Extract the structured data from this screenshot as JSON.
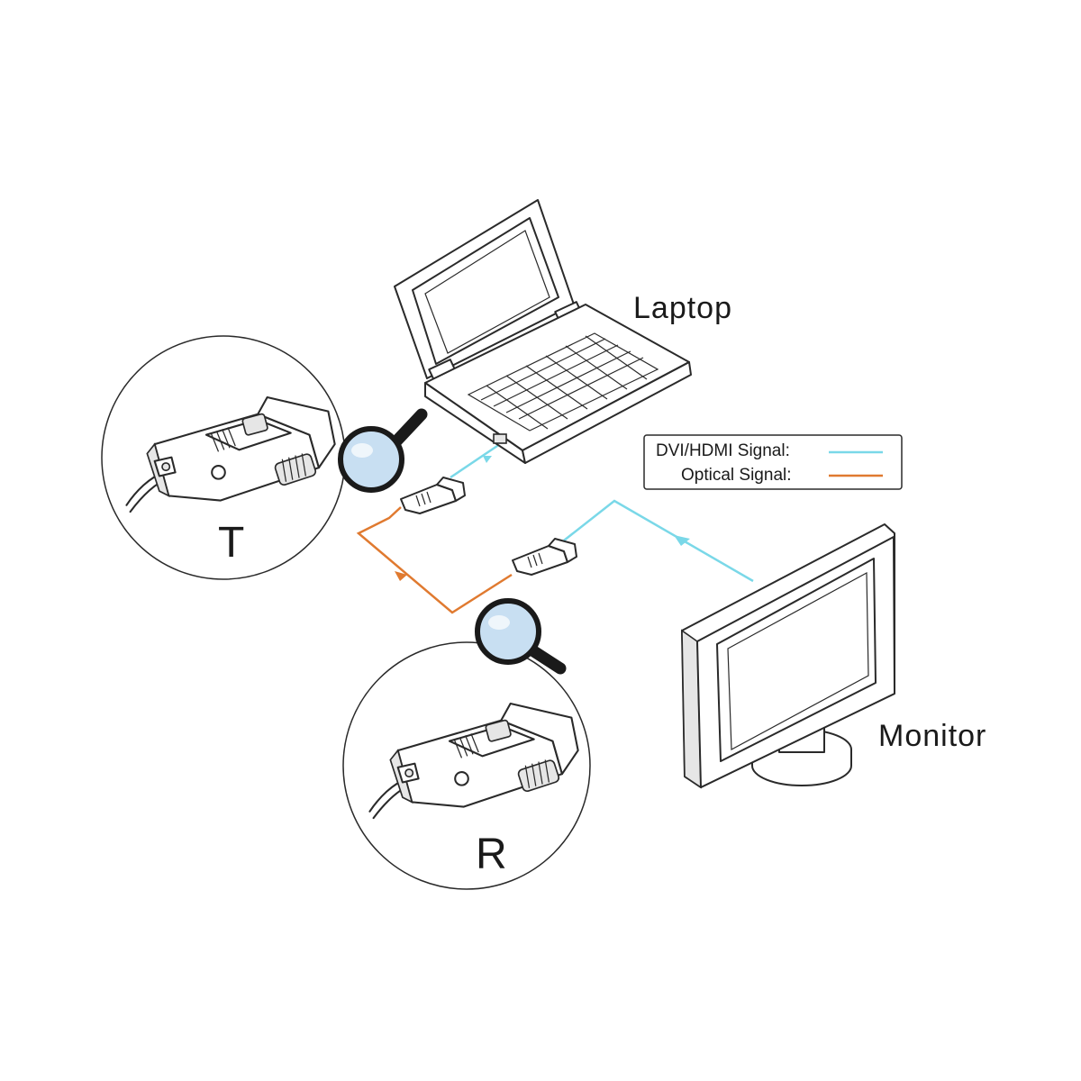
{
  "labels": {
    "laptop": "Laptop",
    "monitor": "Monitor",
    "transmitter": "T",
    "receiver": "R"
  },
  "legend": {
    "dvi_hdmi": "DVI/HDMI Signal:",
    "optical": "Optical Signal:"
  },
  "colors": {
    "dvi_hdmi_signal": "#7ad8e8",
    "optical_signal": "#e07a30",
    "line_art": "#2a2a2a",
    "lens": "#c8dff2"
  },
  "icons": [
    "laptop-icon",
    "monitor-icon",
    "magnifier-icon",
    "connector-icon"
  ]
}
